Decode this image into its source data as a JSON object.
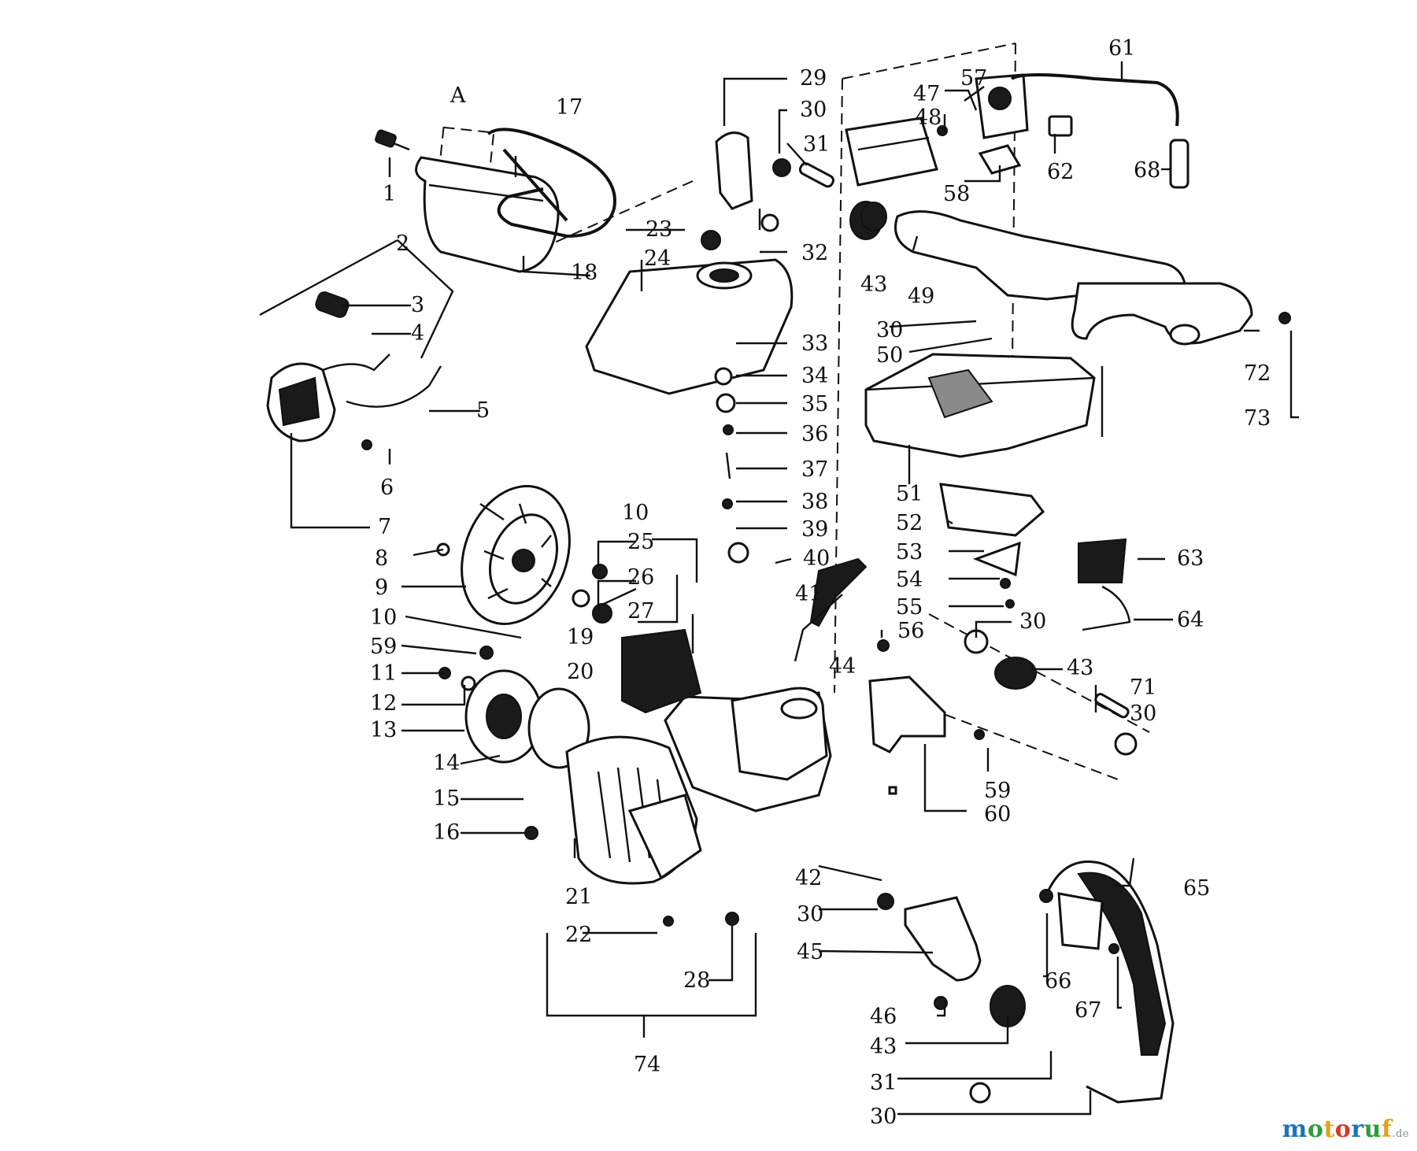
{
  "diagram": {
    "callouts": [
      {
        "id": "p1",
        "text": "1"
      },
      {
        "id": "p2",
        "text": "2"
      },
      {
        "id": "p3",
        "text": "3"
      },
      {
        "id": "p4",
        "text": "4"
      },
      {
        "id": "p5",
        "text": "5"
      },
      {
        "id": "p6",
        "text": "6"
      },
      {
        "id": "p7",
        "text": "7"
      },
      {
        "id": "p8",
        "text": "8"
      },
      {
        "id": "p9",
        "text": "9"
      },
      {
        "id": "p10a",
        "text": "10"
      },
      {
        "id": "p10b",
        "text": "10"
      },
      {
        "id": "p11",
        "text": "11"
      },
      {
        "id": "p12",
        "text": "12"
      },
      {
        "id": "p13",
        "text": "13"
      },
      {
        "id": "p14",
        "text": "14"
      },
      {
        "id": "p15",
        "text": "15"
      },
      {
        "id": "p16",
        "text": "16"
      },
      {
        "id": "p17",
        "text": "17"
      },
      {
        "id": "p18",
        "text": "18"
      },
      {
        "id": "p19",
        "text": "19"
      },
      {
        "id": "p20",
        "text": "20"
      },
      {
        "id": "p21",
        "text": "21"
      },
      {
        "id": "p22",
        "text": "22"
      },
      {
        "id": "p23",
        "text": "23"
      },
      {
        "id": "p24",
        "text": "24"
      },
      {
        "id": "p25",
        "text": "25"
      },
      {
        "id": "p26",
        "text": "26"
      },
      {
        "id": "p27",
        "text": "27"
      },
      {
        "id": "p28",
        "text": "28"
      },
      {
        "id": "p29",
        "text": "29"
      },
      {
        "id": "p30a",
        "text": "30"
      },
      {
        "id": "p30b",
        "text": "30"
      },
      {
        "id": "p30c",
        "text": "30"
      },
      {
        "id": "p30d",
        "text": "30"
      },
      {
        "id": "p30e",
        "text": "30"
      },
      {
        "id": "p30f",
        "text": "30"
      },
      {
        "id": "p31a",
        "text": "31"
      },
      {
        "id": "p31b",
        "text": "31"
      },
      {
        "id": "p32",
        "text": "32"
      },
      {
        "id": "p33",
        "text": "33"
      },
      {
        "id": "p34",
        "text": "34"
      },
      {
        "id": "p35",
        "text": "35"
      },
      {
        "id": "p36",
        "text": "36"
      },
      {
        "id": "p37",
        "text": "37"
      },
      {
        "id": "p38",
        "text": "38"
      },
      {
        "id": "p39",
        "text": "39"
      },
      {
        "id": "p40",
        "text": "40"
      },
      {
        "id": "p41",
        "text": "41"
      },
      {
        "id": "p42",
        "text": "42"
      },
      {
        "id": "p43a",
        "text": "43"
      },
      {
        "id": "p43b",
        "text": "43"
      },
      {
        "id": "p43c",
        "text": "43"
      },
      {
        "id": "p44",
        "text": "44"
      },
      {
        "id": "p45",
        "text": "45"
      },
      {
        "id": "p46",
        "text": "46"
      },
      {
        "id": "p47",
        "text": "47"
      },
      {
        "id": "p48",
        "text": "48"
      },
      {
        "id": "p49",
        "text": "49"
      },
      {
        "id": "p50",
        "text": "50"
      },
      {
        "id": "p51",
        "text": "51"
      },
      {
        "id": "p52",
        "text": "52"
      },
      {
        "id": "p53",
        "text": "53"
      },
      {
        "id": "p54",
        "text": "54"
      },
      {
        "id": "p55",
        "text": "55"
      },
      {
        "id": "p56",
        "text": "56"
      },
      {
        "id": "p57",
        "text": "57"
      },
      {
        "id": "p58",
        "text": "58"
      },
      {
        "id": "p59a",
        "text": "59"
      },
      {
        "id": "p59b",
        "text": "59"
      },
      {
        "id": "p60",
        "text": "60"
      },
      {
        "id": "p61",
        "text": "61"
      },
      {
        "id": "p62",
        "text": "62"
      },
      {
        "id": "p63",
        "text": "63"
      },
      {
        "id": "p64",
        "text": "64"
      },
      {
        "id": "p65",
        "text": "65"
      },
      {
        "id": "p66",
        "text": "66"
      },
      {
        "id": "p67",
        "text": "67"
      },
      {
        "id": "p68",
        "text": "68"
      },
      {
        "id": "p71",
        "text": "71"
      },
      {
        "id": "p72",
        "text": "72"
      },
      {
        "id": "p73",
        "text": "73"
      },
      {
        "id": "p74",
        "text": "74"
      },
      {
        "id": "pA",
        "text": "A"
      }
    ]
  },
  "watermark": {
    "letters": [
      {
        "ch": "m",
        "color": "#1e73be"
      },
      {
        "ch": "o",
        "color": "#2e9b3a"
      },
      {
        "ch": "t",
        "color": "#e3a21a"
      },
      {
        "ch": "o",
        "color": "#d33a2c"
      },
      {
        "ch": "r",
        "color": "#1e73be"
      },
      {
        "ch": "u",
        "color": "#2e9b3a"
      },
      {
        "ch": "f",
        "color": "#e3a21a"
      }
    ],
    "suffix": ".de"
  }
}
